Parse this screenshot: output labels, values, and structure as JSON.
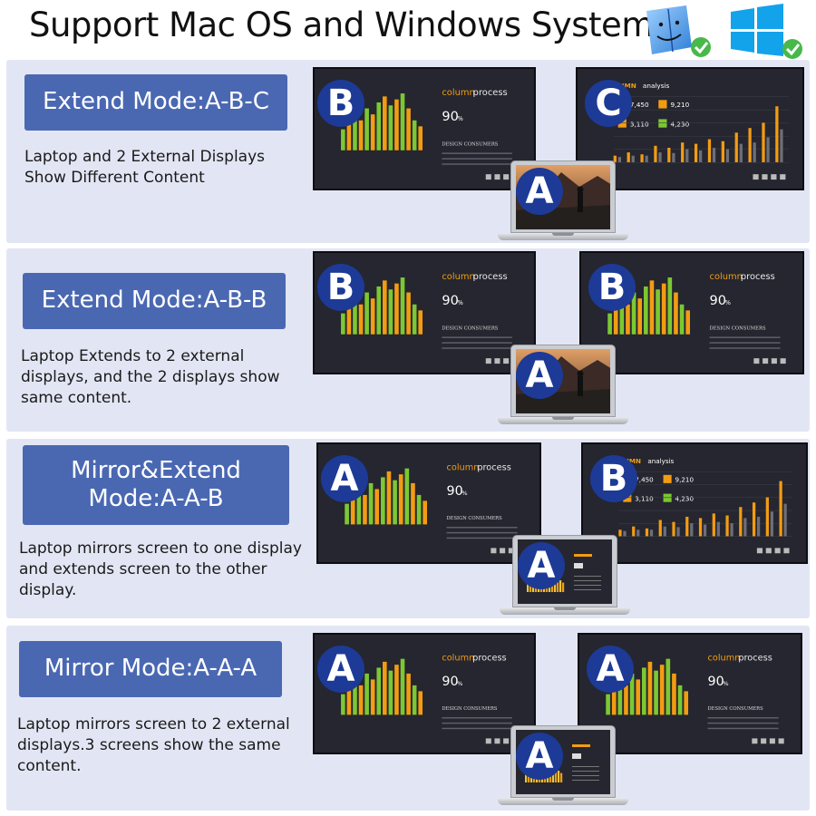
{
  "heading": "Support Mac OS and Windows System",
  "icons": {
    "mac": "mac-finder-icon",
    "windows": "windows-logo-icon",
    "check": "check-badge-icon"
  },
  "colors": {
    "panel_bg": "#e2e6f4",
    "mode_box": "#4a68b2",
    "badge": "#1d3a97",
    "monitor_bg": "#25262f",
    "accent_orange": "#f39c12",
    "accent_green": "#7cc832",
    "check_green": "#49b84a"
  },
  "sections": [
    {
      "mode": "Extend Mode:A-B-C",
      "description": "Laptop and 2 External Displays\nShow Different Content",
      "left_label": "B",
      "right_label": "C",
      "laptop_label": "A",
      "right_variant": "analysis",
      "laptop_variant": "game"
    },
    {
      "mode": "Extend Mode:A-B-B",
      "description": "Laptop Extends to 2 external\ndisplays, and the 2 displays show\nsame content.",
      "left_label": "B",
      "right_label": "B",
      "laptop_label": "A",
      "right_variant": "process",
      "laptop_variant": "game"
    },
    {
      "mode": "Mirror&Extend\nMode:A-A-B",
      "description": "Laptop mirrors screen to one display\nand extends screen to the other\ndisplay.",
      "left_label": "A",
      "right_label": "B",
      "laptop_label": "A",
      "right_variant": "analysis",
      "laptop_variant": "slide"
    },
    {
      "mode": "Mirror Mode:A-A-A",
      "description": "Laptop mirrors screen to 2 external\ndisplays.3 screens show the same\ncontent.",
      "left_label": "A",
      "right_label": "A",
      "laptop_label": "A",
      "right_variant": "process",
      "laptop_variant": "slide"
    }
  ],
  "slide_process": {
    "title_accent": "column",
    "title_rest": "process",
    "percent": "90",
    "percent_sign": "%",
    "subtitle": "DESIGN CONSUMERS"
  },
  "slide_analysis": {
    "title_accent": "COLUMN",
    "title_rest": "analysis",
    "stats": [
      "7,450",
      "9,210",
      "3,110",
      "4,230"
    ]
  },
  "bars_process": [
    0.35,
    0.45,
    0.55,
    0.5,
    0.7,
    0.6,
    0.8,
    0.9,
    0.75,
    0.85,
    0.95,
    0.7,
    0.5,
    0.4
  ],
  "bars_analysis": [
    0.1,
    0.15,
    0.12,
    0.25,
    0.22,
    0.3,
    0.28,
    0.35,
    0.32,
    0.45,
    0.52,
    0.6,
    0.85
  ],
  "bars_analysis_gray": [
    0.08,
    0.1,
    0.1,
    0.15,
    0.14,
    0.2,
    0.18,
    0.22,
    0.2,
    0.28,
    0.3,
    0.38,
    0.5
  ]
}
